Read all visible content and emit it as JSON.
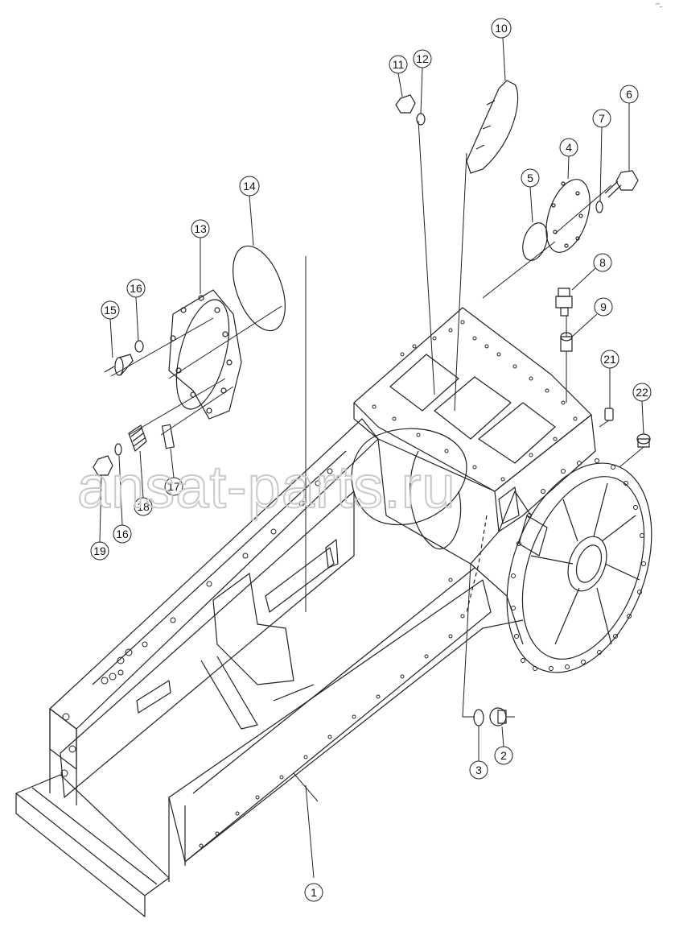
{
  "watermark": {
    "text": "ansat-parts.ru"
  },
  "corner_mark": "⁀‒",
  "callouts": [
    {
      "id": "c1",
      "label": "1"
    },
    {
      "id": "c2",
      "label": "2"
    },
    {
      "id": "c3",
      "label": "3"
    },
    {
      "id": "c4",
      "label": "4"
    },
    {
      "id": "c5",
      "label": "5"
    },
    {
      "id": "c6",
      "label": "6"
    },
    {
      "id": "c7",
      "label": "7"
    },
    {
      "id": "c8",
      "label": "8"
    },
    {
      "id": "c9",
      "label": "9"
    },
    {
      "id": "c10",
      "label": "10"
    },
    {
      "id": "c11",
      "label": "11"
    },
    {
      "id": "c12",
      "label": "12"
    },
    {
      "id": "c13",
      "label": "13"
    },
    {
      "id": "c14",
      "label": "14"
    },
    {
      "id": "c15",
      "label": "15"
    },
    {
      "id": "c16a",
      "label": "16"
    },
    {
      "id": "c16b",
      "label": "16"
    },
    {
      "id": "c17",
      "label": "17"
    },
    {
      "id": "c18",
      "label": "18"
    },
    {
      "id": "c19",
      "label": "19"
    },
    {
      "id": "c21",
      "label": "21"
    },
    {
      "id": "c22",
      "label": "22"
    }
  ]
}
